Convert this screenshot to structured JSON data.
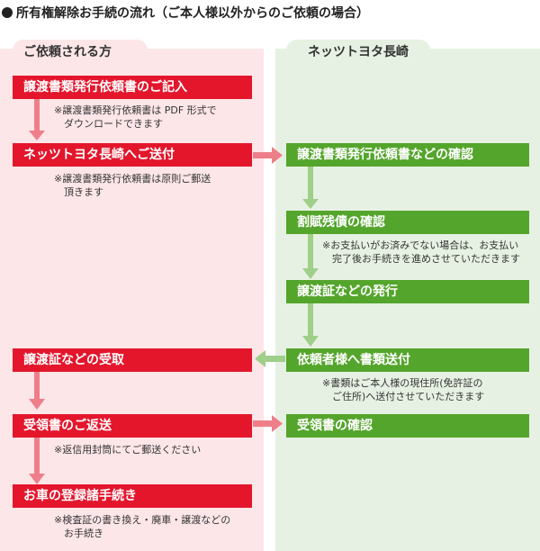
{
  "title": "所有権解除お手続の流れ（ご本人様以外からのご依頼の場合）",
  "columns": {
    "left": "ご依頼される方",
    "right": "ネッツトヨタ長崎"
  },
  "steps_left": [
    {
      "label": "譲渡書類発行依頼書のご記入",
      "note": [
        "※譲渡書類発行依頼書は PDF 形式で",
        "ダウンロードできます"
      ]
    },
    {
      "label": "ネッツトヨタ長崎へご送付",
      "note": [
        "※譲渡書類発行依頼書は原則ご郵送",
        "頂きます"
      ]
    },
    {
      "label": "譲渡証などの受取",
      "note": []
    },
    {
      "label": "受領書のご返送",
      "note": [
        "※返信用封筒にてご郵送ください"
      ]
    },
    {
      "label": "お車の登録諸手続き",
      "note": [
        "※検査証の書き換え・廃車・譲渡などの",
        "お手続き"
      ]
    }
  ],
  "steps_right": [
    {
      "label": "譲渡書類発行依頼書などの確認",
      "note": []
    },
    {
      "label": "割賦残債の確認",
      "note": [
        "※お支払いがお済みでない場合は、お支払い",
        "完了後お手続きを進めさせていただきます"
      ]
    },
    {
      "label": "譲渡証などの発行",
      "note": []
    },
    {
      "label": "依頼者様へ書類送付",
      "note": [
        "※書類はご本人様の現住所(免許証の",
        "ご住所)へ送付させていただきます"
      ]
    },
    {
      "label": "受領書の確認",
      "note": []
    }
  ],
  "colors": {
    "red": "#e3162c",
    "green": "#54a52c",
    "red_arrow": "#ee7f8a",
    "green_arrow": "#9fcf89",
    "left_bg": "#fde6e8",
    "right_bg": "#e7f1e3"
  }
}
